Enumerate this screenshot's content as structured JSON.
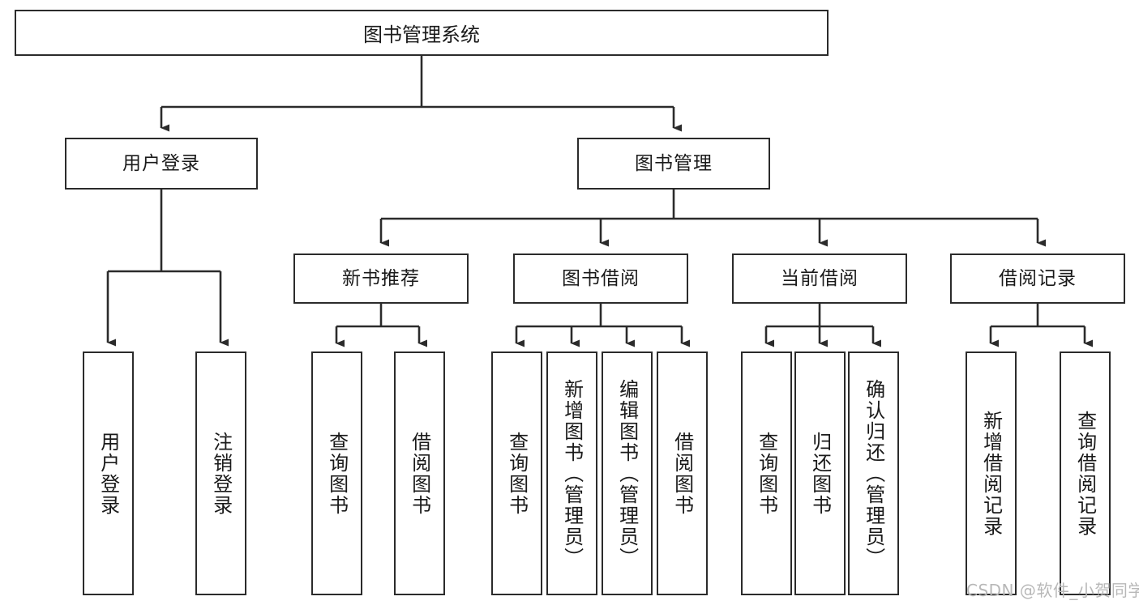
{
  "diagram": {
    "title": "图书管理系统",
    "type": "hierarchy-tree",
    "colors": {
      "stroke": "#2b2b2b",
      "fill": "#ffffff",
      "text": "#1a1a1a",
      "watermark": "#b8b8b8"
    },
    "levels": {
      "root": {
        "label": "图书管理系统"
      },
      "level2": [
        {
          "label": "用户登录"
        },
        {
          "label": "图书管理"
        }
      ],
      "level3": [
        {
          "label": "新书推荐"
        },
        {
          "label": "图书借阅"
        },
        {
          "label": "当前借阅"
        },
        {
          "label": "借阅记录"
        }
      ],
      "level4": {
        "user_login_children": [
          {
            "label": "用户登录"
          },
          {
            "label": "注销登录"
          }
        ],
        "new_book_children": [
          {
            "label": "查询图书"
          },
          {
            "label": "借阅图书"
          }
        ],
        "book_borrow_children": [
          {
            "label": "查询图书"
          },
          {
            "label": "新增图书（管理员）"
          },
          {
            "label": "编辑图书（管理员）"
          },
          {
            "label": "借阅图书"
          }
        ],
        "current_borrow_children": [
          {
            "label": "查询图书"
          },
          {
            "label": "归还图书"
          },
          {
            "label": "确认归还（管理员）"
          }
        ],
        "borrow_record_children": [
          {
            "label": "新增借阅记录"
          },
          {
            "label": "查询借阅记录"
          }
        ]
      }
    }
  },
  "watermark": {
    "text": "CSDN @软件_小贺同学"
  }
}
